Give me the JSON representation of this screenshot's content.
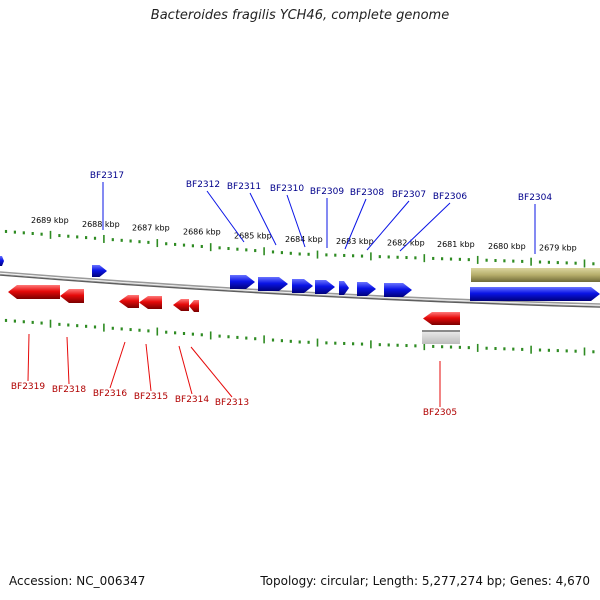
{
  "title": "Bacteroides fragilis YCH46, complete genome",
  "footer": {
    "accession": "Accession: NC_006347",
    "summary": "Topology: circular; Length: 5,277,274 bp; Genes: 4,670"
  },
  "colors": {
    "forward_gene": "#0a14e6",
    "reverse_gene": "#e60a0a",
    "forward_label": "#00008b",
    "reverse_label": "#b00000",
    "tick": "#2e8b22",
    "backbone": "#808080",
    "feature_band": "#b5ad6a",
    "feature_band_gray": "#bdbdbd"
  },
  "scale_labels": [
    "2689 kbp",
    "2688 kbp",
    "2687 kbp",
    "2686 kbp",
    "2685 kbp",
    "2684 kbp",
    "2683 kbp",
    "2682 kbp",
    "2681 kbp",
    "2680 kbp",
    "2679 kbp"
  ],
  "forward_genes": [
    "BF2317",
    "BF2312",
    "BF2311",
    "BF2310",
    "BF2309",
    "BF2308",
    "BF2307",
    "BF2306",
    "BF2304"
  ],
  "reverse_genes": [
    "BF2319",
    "BF2318",
    "BF2316",
    "BF2315",
    "BF2314",
    "BF2313",
    "BF2305"
  ]
}
